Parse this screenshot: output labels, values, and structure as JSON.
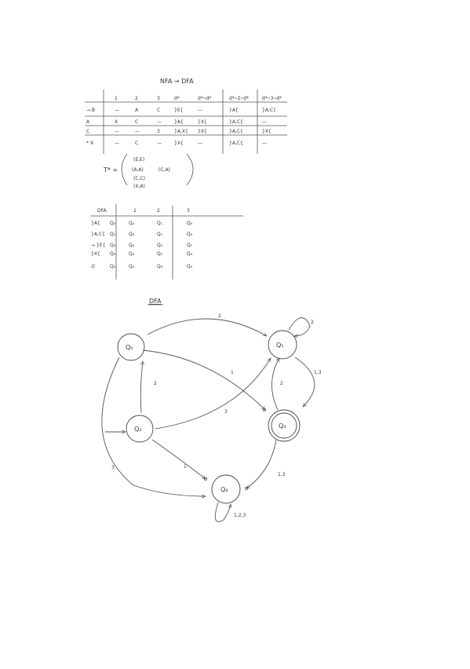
{
  "nfa_dfa_title": "NFA → DFA",
  "nfa_table": {
    "headers": [
      "",
      "1",
      "2",
      "3",
      "d*",
      "d*∘d*",
      "d*∘2∘d*",
      "d*∘3∘d*"
    ],
    "rows": [
      [
        "→ B",
        "—",
        "A",
        "C",
        "}E{",
        "—",
        "}A{",
        "}A,C{"
      ],
      [
        "A",
        "X",
        "C",
        "—",
        "}A{",
        "}X{",
        "}A,C{",
        "—"
      ],
      [
        "C",
        "—",
        "—",
        "3",
        "}A,X{",
        "}X{",
        "}A,C{",
        "}X{"
      ],
      [
        "* X",
        "—",
        "C",
        "—",
        "}X{",
        "—",
        "}A,C{",
        "—"
      ]
    ]
  },
  "t_label": "T* =",
  "t_pairs": [
    "(E,E)",
    "(A,A)",
    "(C,A)",
    "(C,C)",
    "(X,A)"
  ],
  "dfa_table": {
    "headers": [
      "DFA",
      "1",
      "2",
      "3"
    ],
    "rows": [
      [
        "}A{",
        "Q₀",
        "Q₂",
        "Q₁",
        "Q₄"
      ],
      [
        "}A,C{",
        "Q₁",
        "Q₃",
        "Q₁",
        "Q₃"
      ],
      [
        "→ }E{",
        "Q₂",
        "Q₄",
        "Q₀",
        "Q₁"
      ],
      [
        "}X{",
        "Q₃",
        "Q₄",
        "Q₁",
        "Q₄"
      ],
      [
        "∅",
        "Q₄",
        "Q₄",
        "Q₄",
        "Q₄"
      ]
    ]
  },
  "dfa_title": "DFA",
  "nodes": [
    {
      "id": "q0",
      "label": "Q₀"
    },
    {
      "id": "q1",
      "label": "Q₁"
    },
    {
      "id": "q2",
      "label": "Q₂"
    },
    {
      "id": "q3",
      "label": "Q₃"
    },
    {
      "id": "q4",
      "label": "Q₄"
    }
  ],
  "edge_labels": {
    "q0_q1": "2",
    "q1_self": "2",
    "q0_q3": "1",
    "q1_q3": "1,3",
    "q3_q1": "2",
    "q2_q0": "2",
    "q2_q1": "3",
    "q2_q4": "1",
    "q0_q4": "3",
    "q3_q4": "1,3",
    "q4_self": "1,2,3"
  }
}
